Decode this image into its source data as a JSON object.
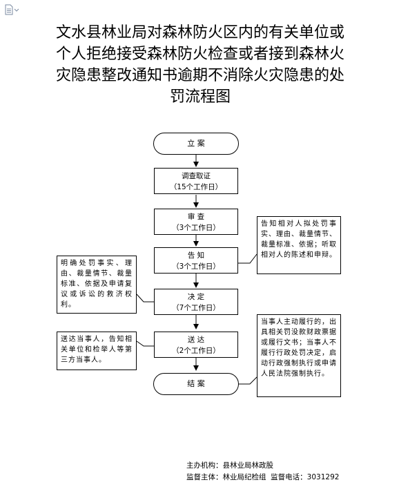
{
  "title": "文水县林业局对森林防火区内的有关单位或个人拒绝接受森林防火检查或者接到森林火灾隐患整改通知书逾期不消除火灾隐患的处罚流程图",
  "title_lines": [
    "文水县林业局对森林防火区内的有关单位或",
    "个人拒绝接受森林防火检查或者接到森林火",
    "灾隐患整改通知书逾期不消除火灾隐患的处",
    "罚流程图"
  ],
  "flow": {
    "start": "立  案",
    "steps": [
      {
        "name": "调查取证",
        "time": "（15个工作日）"
      },
      {
        "name": "审  查",
        "time": "（3个工作日）"
      },
      {
        "name": "告  知",
        "time": "（3个工作日）"
      },
      {
        "name": "决  定",
        "time": "（7个工作日）"
      },
      {
        "name": "送  达",
        "time": "（2个工作日）"
      }
    ],
    "end": "结  案"
  },
  "notes": {
    "inform": "告知相对人拟处罚事实、理由、裁量情节、裁量标准、依据；听取相对人的陈述和申辩。",
    "decide": "明确处罚事实、理由、裁量情节、裁量标准、依据及申请复议或诉讼的救济权利。",
    "deliver": "送达当事人，告知相关单位和检举人等第三方当事人。",
    "close": "当事人主动履行的，出具相关罚没款财政票据或履行文书；当事人不履行行政处罚决定，启动行政强制执行或申请人民法院强制执行。"
  },
  "footer": {
    "organizer": "主办机构：县林业局林政股",
    "supervisor": "监督主体：林业局纪检组  监督电话：3031292"
  },
  "icons": {
    "toolbar": "document-icon"
  }
}
